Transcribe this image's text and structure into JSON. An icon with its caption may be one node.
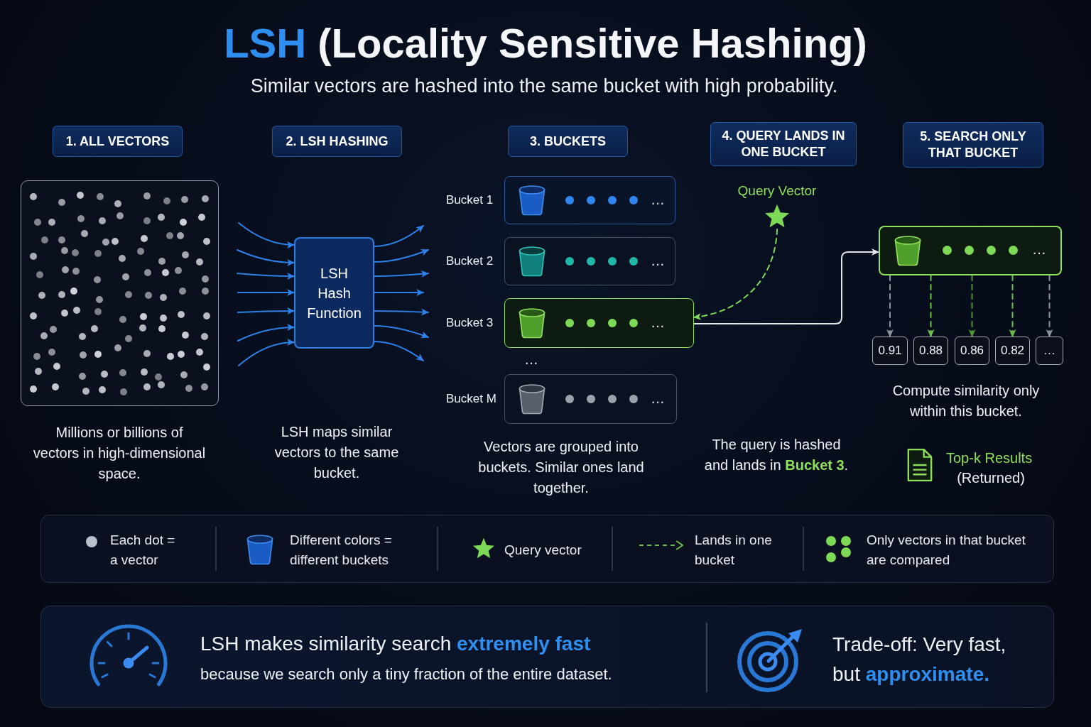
{
  "diagram": {
    "title": "**LSH** (Locality Sensitive Hashing)",
    "nodes": [
      {
        "text": [
          "1. ALL VECTORS"
        ]
      },
      {
        "text": [
          "2. LSH HASHING"
        ]
      },
      {
        "text": [
          "3. BUCKETS"
        ]
      },
      {
        "text": [
          "4. QUERY LANDS IN ONE BUCKET"
        ]
      },
      {
        "text": [
          "5. SEARCH ONLY THAT BUCKET"
        ]
      },
      {
        "text": [],
        "shape": "box"
      },
      {
        "text": [
          "LSH Hash Function"
        ]
      },
      {
        "text": [
          "Bucket 1",
          "…"
        ]
      },
      {
        "text": [
          "Bucket 2",
          "…"
        ]
      },
      {
        "text": [
          "Bucket 3",
          "…"
        ]
      },
      {
        "text": [
          "Bucket M",
          "…"
        ]
      },
      {
        "text": [
          "Query Vector"
        ]
      },
      {
        "text": [
          "…"
        ]
      },
      {
        "text": [
          "0.91"
        ]
      },
      {
        "text": [
          "0.88"
        ]
      },
      {
        "text": [
          "0.86"
        ]
      },
      {
        "text": [
          "0.82"
        ]
      },
      {
        "text": [
          "…"
        ]
      }
    ],
    "edges": [
      {
        "from": null,
        "to": 6,
        "arrow": "to"
      },
      {
        "from": null,
        "to": 6,
        "arrow": "to"
      },
      {
        "from": null,
        "to": 6,
        "arrow": "to"
      },
      {
        "from": null,
        "to": 6,
        "arrow": "to"
      },
      {
        "from": null,
        "to": 6,
        "arrow": "to"
      },
      {
        "from": null,
        "to": 6,
        "arrow": "to"
      },
      {
        "from": null,
        "to": 6,
        "arrow": "to"
      },
      {
        "from": 6,
        "to": null,
        "arrow": "to"
      },
      {
        "from": 6,
        "to": 8,
        "arrow": "to"
      },
      {
        "from": 6,
        "to": 8,
        "arrow": "to"
      },
      {
        "from": 6,
        "to": null,
        "arrow": "to"
      },
      {
        "from": 6,
        "to": 9,
        "arrow": "to"
      },
      {
        "from": 6,
        "to": 9,
        "arrow": "to"
      },
      {
        "from": 6,
        "to": null,
        "arrow": "to"
      },
      {
        "from": 11,
        "to": 9,
        "arrow": "to",
        "style": "dashed",
        "color": "#7ed957"
      },
      {
        "from": 9,
        "to": 12,
        "arrow": "to",
        "color": "#e4e7ec"
      },
      {
        "from": 12,
        "to": 13,
        "arrow": "to",
        "style": "dashed",
        "color": "#8d939c"
      },
      {
        "from": 12,
        "to": 14,
        "arrow": "to",
        "style": "dashed",
        "color": "#6cc04a"
      },
      {
        "from": 12,
        "to": 15,
        "arrow": "to",
        "style": "dashed",
        "color": "#4f9838"
      },
      {
        "from": 12,
        "to": 16,
        "arrow": "to",
        "style": "dashed",
        "color": "#6cc04a"
      },
      {
        "from": 12,
        "to": 17,
        "arrow": "to",
        "style": "dashed",
        "color": "#8d939c"
      }
    ],
    "labels": [
      "Similar vectors are hashed into the same bucket with high probability.",
      "…",
      "Millions or billions of vectors in high-dimensional space.",
      "LSH maps similar vectors to the same bucket.",
      "Vectors are grouped into buckets. Similar ones land together.",
      "The query is hashed and lands in **Bucket 3**.",
      "Compute similarity only within this bucket.",
      "Top-k Results",
      "(Returned)",
      "LSH makes similarity search **extremely fast**",
      "because we search only a tiny fraction of the entire dataset.",
      "Trade-off: Very fast, but **approximate.**"
    ],
    "legend": [
      {
        "text": "Each dot = a vector"
      },
      {
        "text": "Different colors = different buckets"
      },
      {
        "text": "Query vector"
      },
      {
        "text": "Lands in one bucket"
      },
      {
        "text": "Only vectors in that bucket are compared"
      }
    ]
  }
}
